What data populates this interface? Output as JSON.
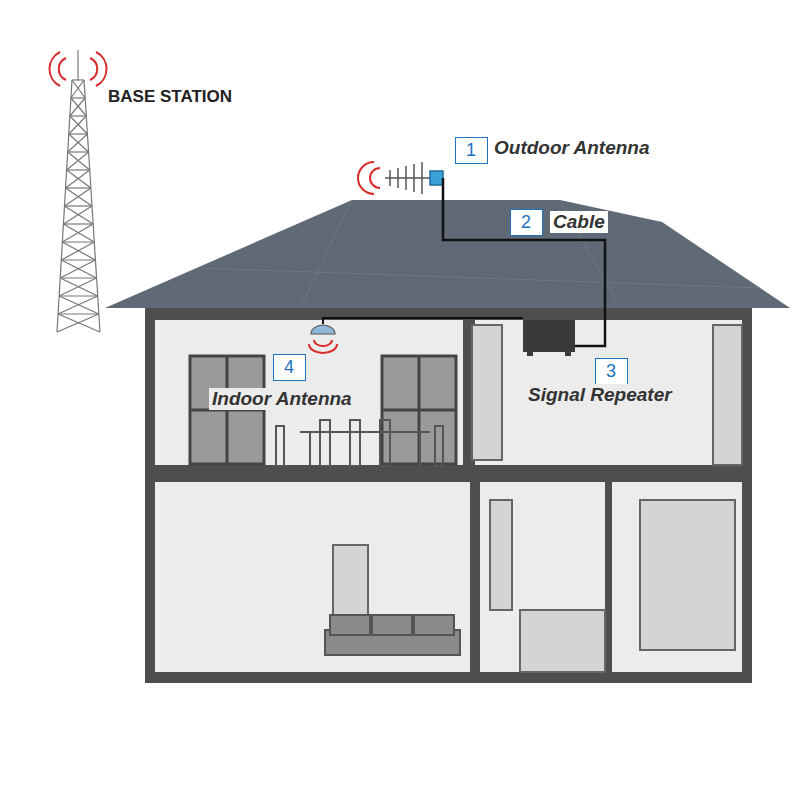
{
  "diagram": {
    "nodes": [
      {
        "text": [
          "1"
        ]
      },
      {
        "text": [
          "2"
        ]
      },
      {
        "text": [
          "3"
        ]
      },
      {
        "text": [
          "4"
        ]
      }
    ],
    "labels": [
      "BASE STATION",
      "Outdoor Antenna",
      "Cable",
      "Signal Repeater",
      "Indoor Antenna"
    ]
  }
}
